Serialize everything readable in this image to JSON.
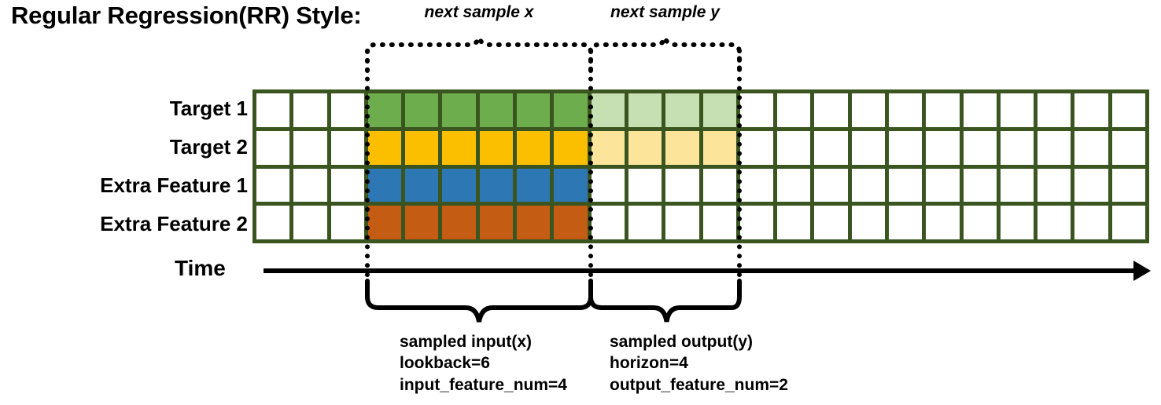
{
  "title": "Regular Regression(RR) Style:",
  "rows": [
    {
      "label": "Target 1",
      "color": "#6DAD4E",
      "light": "#C6DFB3"
    },
    {
      "label": "Target 2",
      "color": "#FBBF00",
      "light": "#FCE49B"
    },
    {
      "label": "Extra Feature 1",
      "color": "#2E77B5",
      "light": null
    },
    {
      "label": "Extra Feature 2",
      "color": "#C45C14",
      "light": null
    }
  ],
  "grid": {
    "columns": 24,
    "rows": 4,
    "leading_blank_cols": 3,
    "input_cols": 6,
    "output_cols": 4,
    "trailing_blank_cols": 11,
    "border_color": "#3A5520",
    "empty_color": "#FFFFFF"
  },
  "axis": {
    "label": "Time",
    "direction": "right"
  },
  "top_braces": [
    {
      "label": "next sample x"
    },
    {
      "label": "next sample y"
    }
  ],
  "bottom_braces": [
    {
      "name": "sampled-input",
      "lines": [
        "sampled input(x)",
        "lookback=6",
        "input_feature_num=4"
      ]
    },
    {
      "name": "sampled-output",
      "lines": [
        "sampled output(y)",
        "horizon=4",
        "output_feature_num=2"
      ]
    }
  ]
}
